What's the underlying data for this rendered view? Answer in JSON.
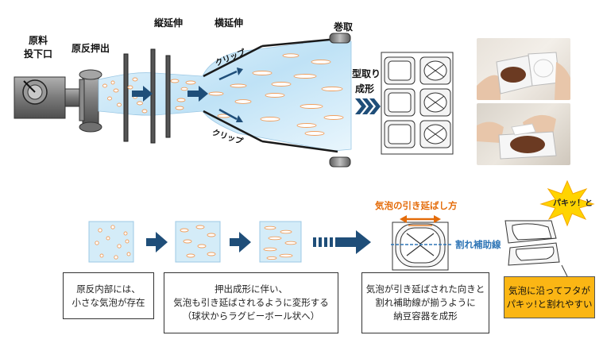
{
  "process": {
    "feed_label_1": "原料",
    "feed_label_2": "投下口",
    "extrusion_label": "原反押出",
    "md_stretch_label": "縦延伸",
    "td_stretch_label": "横延伸",
    "winding_label": "巻取",
    "clip_top_label": "クリップ",
    "clip_bottom_label": "クリップ",
    "forming_label_1": "型取り",
    "forming_label_2": "成形"
  },
  "mechanism": {
    "bubble_direction_label": "気泡の引き延ばし方",
    "score_line_label": "割れ補助線",
    "pop_sound_label": "パキッ！と",
    "explanations": [
      {
        "lines": [
          "原反内部には、",
          "小さな気泡が存在"
        ]
      },
      {
        "lines": [
          "押出成形に伴い、",
          "気泡も引き延ばされるように変形する",
          "（球状からラグビーボール状へ）"
        ]
      },
      {
        "lines": [
          "気泡が引き延ばされた向きと",
          "割れ補助線が揃うように",
          "納豆容器を成形"
        ]
      },
      {
        "lines": [
          "気泡に沿ってフタが",
          "パキッ!と割れやすい"
        ]
      }
    ]
  },
  "colors": {
    "film_blue": "#d4ecf8",
    "bubble_orange": "#f0a060",
    "arrow_navy": "#1f4e79",
    "highlight_yellow": "#fbb614",
    "score_line_blue": "#2e75b6",
    "stretch_arrow_orange": "#e46c0a"
  }
}
